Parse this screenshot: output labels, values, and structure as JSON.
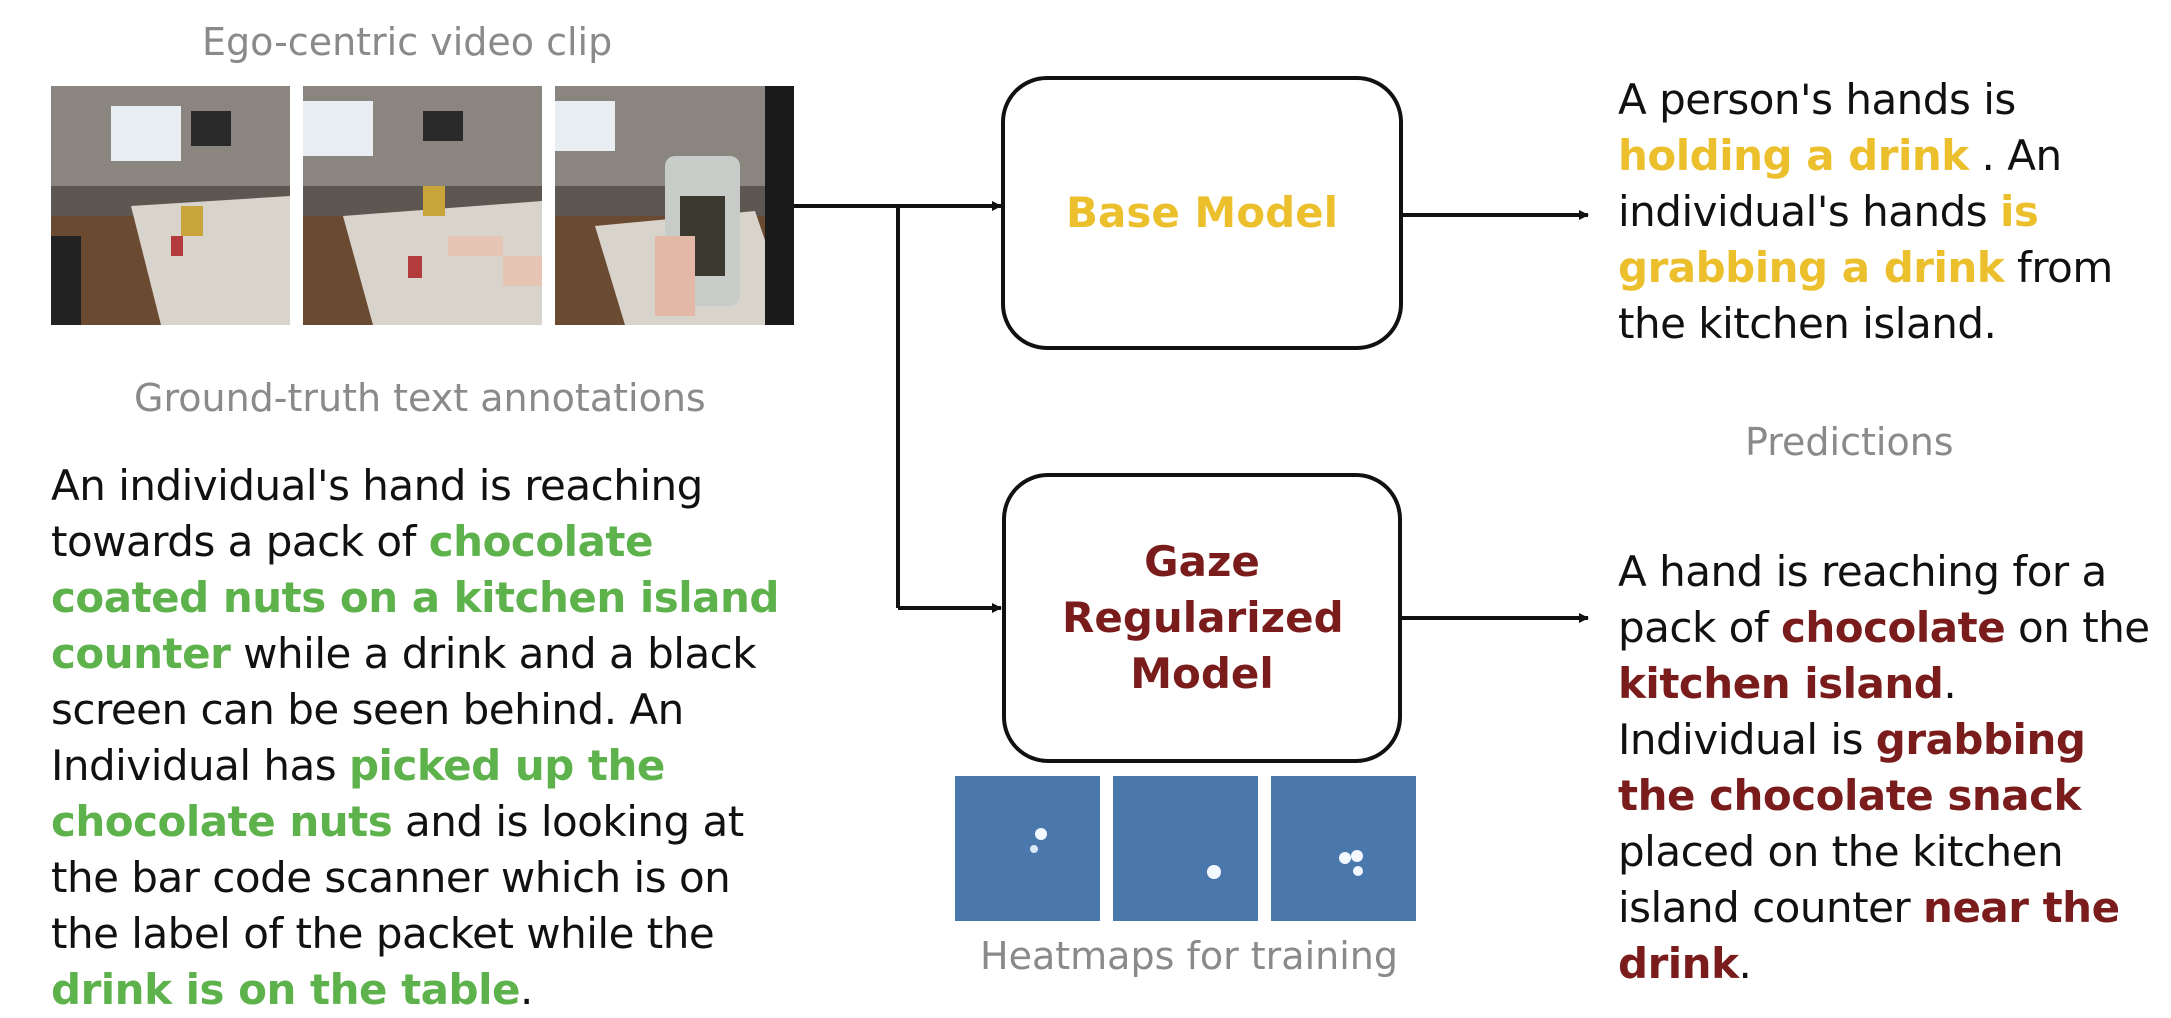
{
  "video_label": "Ego-centric video clip",
  "gt_label": "Ground-truth text annotations",
  "gt_text": [
    {
      "t": "An individual's hand is reaching towards a pack of ",
      "h": false
    },
    {
      "t": "chocolate coated nuts on a kitchen island counter",
      "h": true
    },
    {
      "t": " while a drink and a black screen can be seen behind. An Individual has ",
      "h": false
    },
    {
      "t": "picked up the chocolate nuts",
      "h": true
    },
    {
      "t": " and is looking at the bar code scanner which is on the label of the packet while the ",
      "h": false
    },
    {
      "t": "drink is on the table",
      "h": true
    },
    {
      "t": ".",
      "h": false
    }
  ],
  "base_model": {
    "label": "Base Model",
    "color": "#ecbf2c"
  },
  "gaze_model": {
    "label": "Gaze Regularized Model",
    "color": "#7a1c1c"
  },
  "heatmaps_label": "Heatmaps for training",
  "predictions_label": "Predictions",
  "base_prediction": [
    {
      "t": "A person's hands is ",
      "h": false
    },
    {
      "t": "holding  a drink",
      "h": true
    },
    {
      "t": " . An individual's hands ",
      "h": false
    },
    {
      "t": "is grabbing a  drink",
      "h": true
    },
    {
      "t": " from the  kitchen island.",
      "h": false
    }
  ],
  "gaze_prediction": [
    {
      "t": "A hand is reaching for a pack of ",
      "h": false
    },
    {
      "t": "chocolate",
      "h": true
    },
    {
      "t": " on the ",
      "h": false
    },
    {
      "t": "kitchen island",
      "h": true
    },
    {
      "t": ". Individual is ",
      "h": false
    },
    {
      "t": "grabbing the chocolate snack",
      "h": true
    },
    {
      "t": " placed on the kitchen island counter ",
      "h": false
    },
    {
      "t": "near the drink",
      "h": true
    },
    {
      "t": ".",
      "h": false
    }
  ],
  "colors": {
    "green": "#5db24c",
    "yellow": "#ecbf2c",
    "red": "#7a1c1c",
    "heatmap_bg": "#4a78ad"
  },
  "icons": [
    "video-frame-image",
    "heatmap-image",
    "arrow-right"
  ]
}
